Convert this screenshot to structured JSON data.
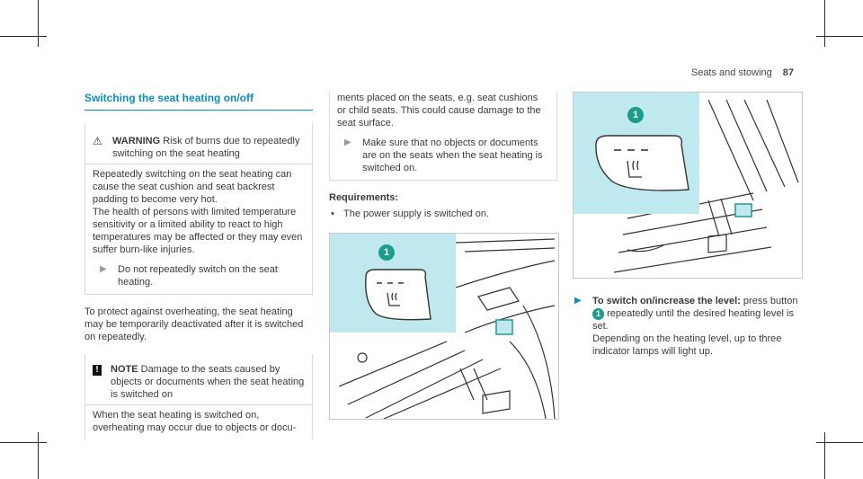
{
  "header": {
    "running_title": "Seats and stowing",
    "page_number": "87"
  },
  "section": {
    "title": "Switching the seat heating on/off"
  },
  "warning": {
    "label": "WARNING",
    "headline": "Risk of burns due to repeatedly switching on the seat heating",
    "para1": "Repeatedly switching on the seat heating can cause the seat cushion and seat backrest padding to become very hot.",
    "para2": "The health of persons with limited temperature sensitivity or a limited ability to react to high temperatures may be affected or they may even suffer burn-like injuries.",
    "step": "Do not repeatedly switch on the seat heating."
  },
  "body_text": "To protect against overheating, the seat heating may be temporarily deactivated after it is switched on repeatedly.",
  "note": {
    "label": "NOTE",
    "headline": "Damage to the seats caused by objects or documents when the seat heating is switched on",
    "para_part1": "When the seat heating is switched on, overheating may occur due to objects or docu-",
    "para_part2": "ments placed on the seats, e.g. seat cushions or child seats. This could cause damage to the seat surface.",
    "step": "Make sure that no objects or documents are on the seats when the seat heating is switched on."
  },
  "requirements": {
    "title": "Requirements:",
    "items": [
      "The power supply is switched on."
    ]
  },
  "figure": {
    "callout_number": "1"
  },
  "instruction": {
    "action_label": "To switch on/increase the level:",
    "text_before": "press button",
    "callout": "1",
    "text_after": "repeatedly until the desired heating level is set.",
    "text2": "Depending on the heating level, up to three indicator lamps will light up."
  },
  "colors": {
    "accent": "#0c8fb8",
    "callout_bg": "#bfe9ee",
    "callout_number": "#1a9c8e"
  }
}
